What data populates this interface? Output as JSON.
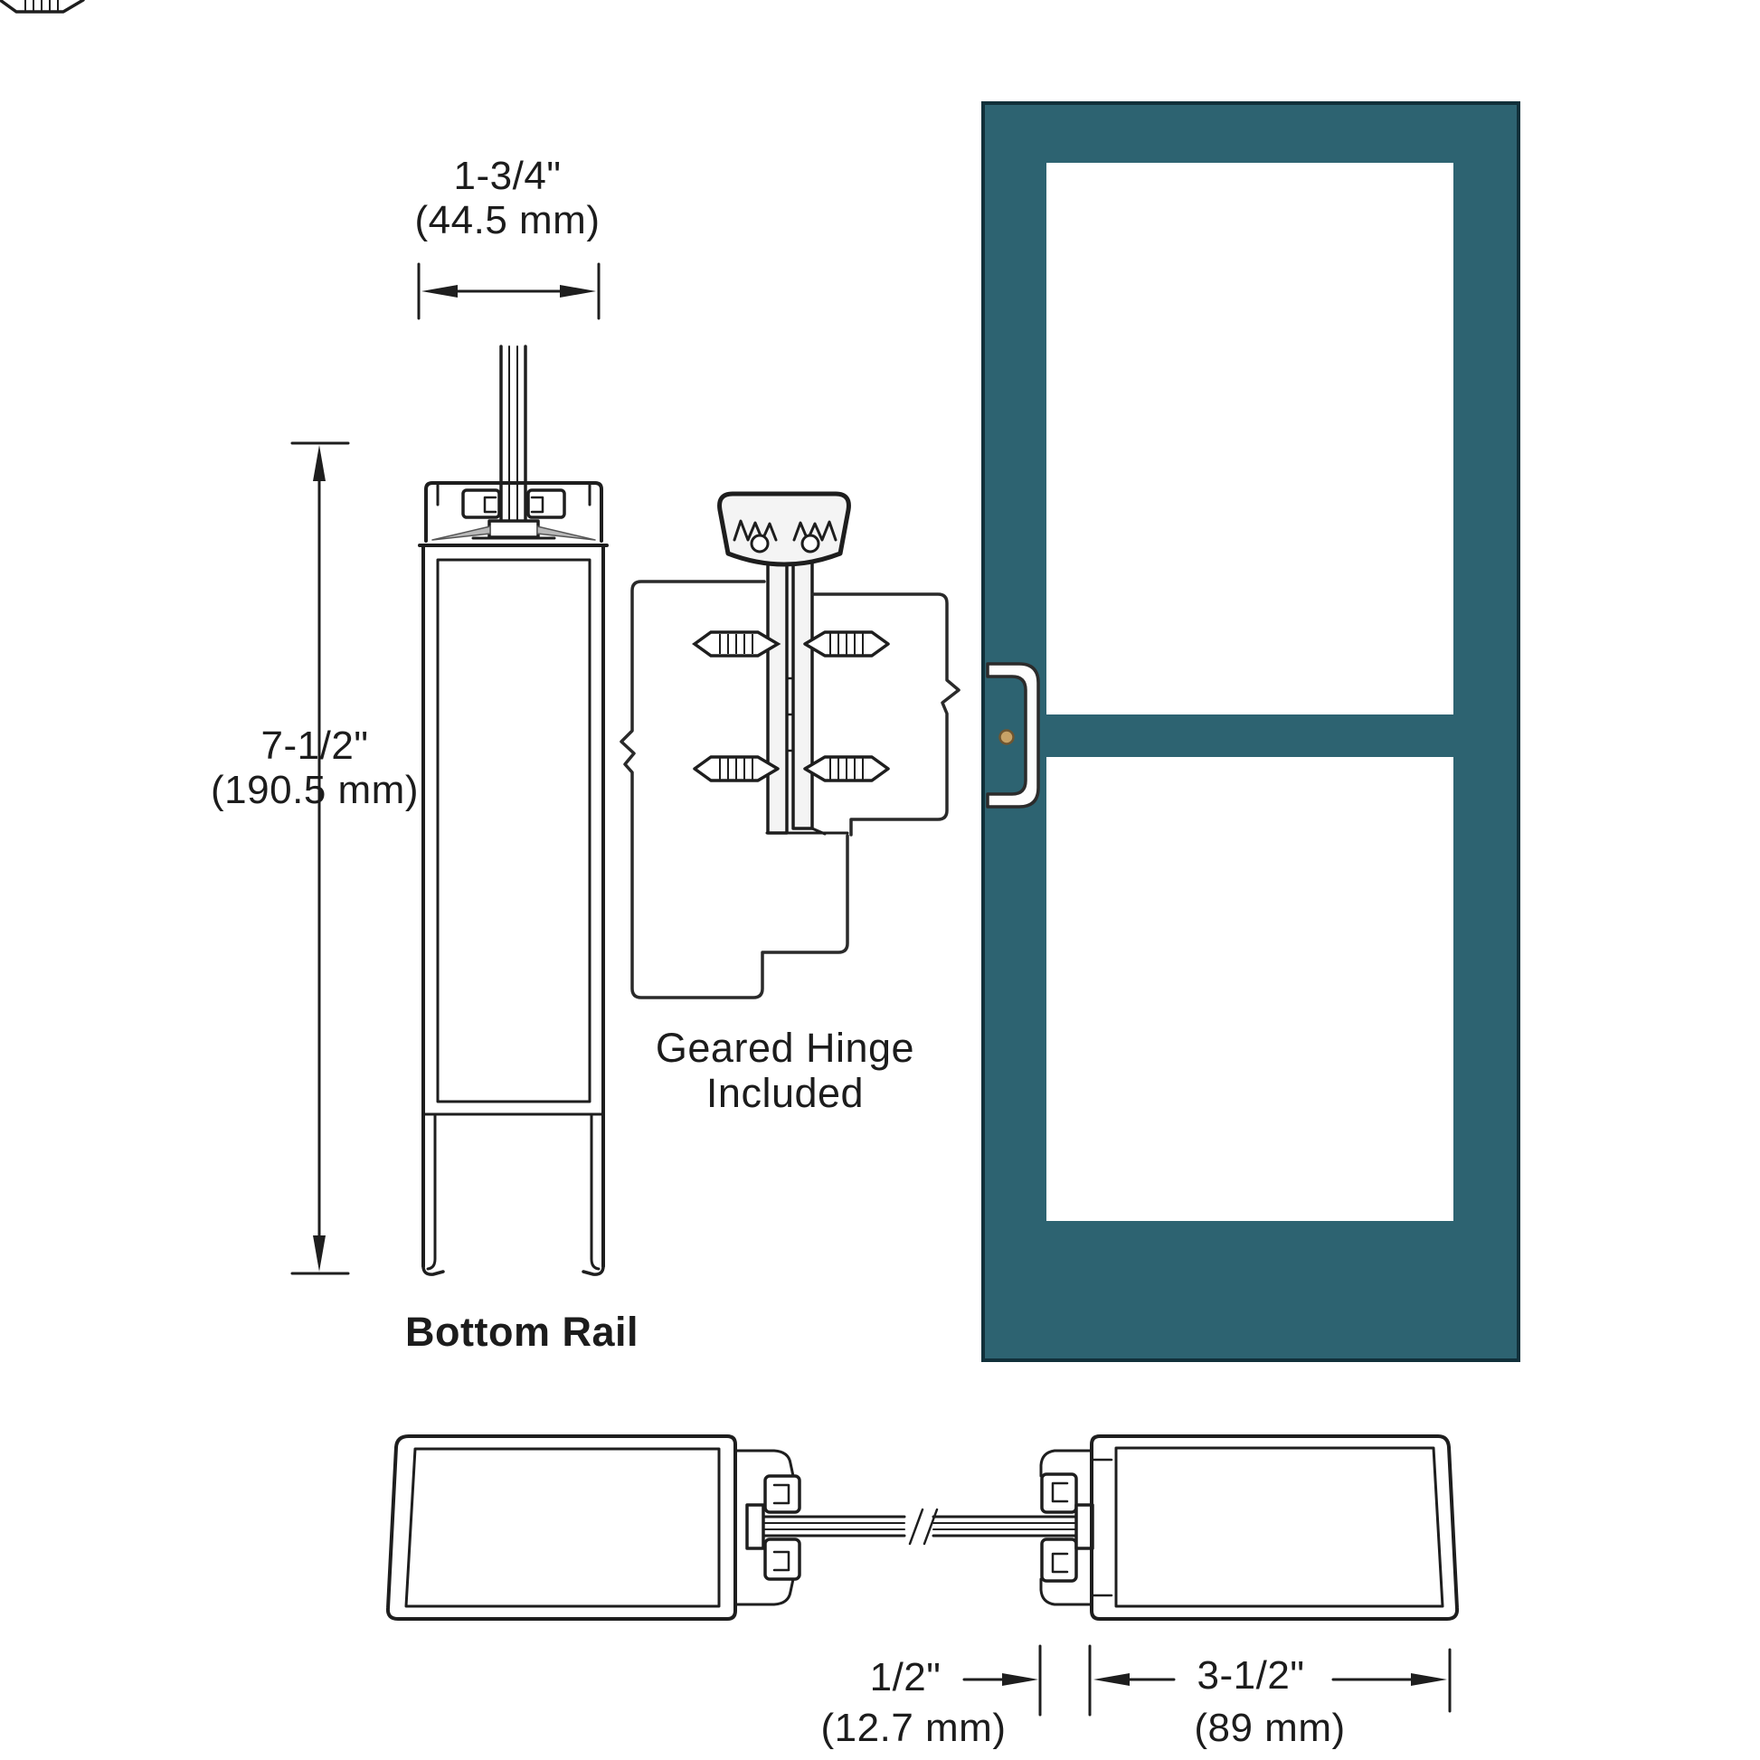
{
  "diagram": {
    "dimensions": {
      "door_thickness": {
        "imperial": "1-3/4\"",
        "metric": "(44.5 mm)"
      },
      "bottom_rail_height": {
        "imperial": "7-1/2\"",
        "metric": "(190.5 mm)"
      },
      "glass_gap": {
        "imperial": "1/2\"",
        "metric": "(12.7 mm)"
      },
      "stile_depth": {
        "imperial": "3-1/2\"",
        "metric": "(89 mm)"
      }
    },
    "labels": {
      "bottom_rail": "Bottom Rail",
      "geared_hinge_line1": "Geared Hinge",
      "geared_hinge_line2": "Included"
    },
    "door": {
      "color": "#2d6371",
      "edge_color": "#11303a",
      "glass_color": "#ffffff",
      "glass_panels": 2,
      "handle_fill": "#fdfdfd",
      "cylinder_color": "#c7a267"
    },
    "line_color": "#1e1e1e"
  }
}
